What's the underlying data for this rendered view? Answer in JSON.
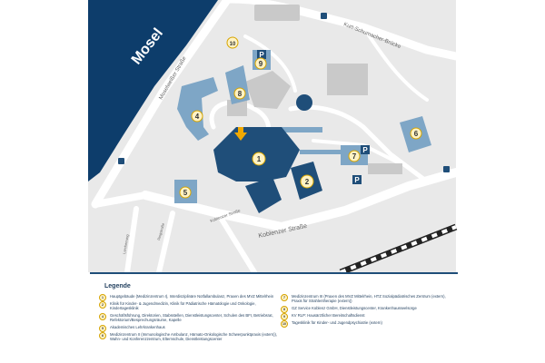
{
  "map": {
    "river_label": "Mosel",
    "streets": {
      "moselweisser": "Moselweißer Straße",
      "kurt_schumacher": "Kurt-Schumacher-Brücke",
      "koblenzer": "Koblenzer Straße",
      "lerchenweg": "Lerchenweg",
      "ringstrasse": "Ringstraße",
      "koblenzer_left": "Koblenzer Straße"
    },
    "buildings": [
      "1",
      "2",
      "4",
      "5",
      "6",
      "7",
      "8",
      "9",
      "10"
    ],
    "parking_label": "P",
    "colors": {
      "river": "#0d3d6b",
      "main_building": "#1f4e79",
      "building": "#7ea6c6",
      "marker_fill": "#fff3c4",
      "marker_stroke": "#d6a400",
      "road": "#ffffff",
      "ground": "#e9e9e9",
      "gray_building": "#c9c9c9",
      "arrow": "#f2a900"
    }
  },
  "legend": {
    "title": "Legende",
    "items": [
      {
        "num": "1",
        "text": "Hauptgebäude (Medizinzentrum I), Interdisziplinäre Notfallambulanz, Praxen des MVZ Mittelrhein"
      },
      {
        "num": "2",
        "text": "Klinik für Kinder- & Jugendmedizin, Klinik für Pädiatrische Hämatologie und Onkologie, Kindertagesklinik"
      },
      {
        "num": "4",
        "text": "Geschäftsführung, Direktorien, Stabsstellen, Dienstleistungscenter, Schulen des BFI, Betriebsrat, Refektorium/Besprechungsräume, Kapelle"
      },
      {
        "num": "5",
        "text": "Akademisches Lehrkrankenhaus"
      },
      {
        "num": "6",
        "text": "Medizinzentrum II (Immunologische Ambulanz, Hämato-Onkologische Schwerpunktpraxis (extern)), Wahn- und Konferenzzentrum, Elternschule, Dienstleistungscenter"
      },
      {
        "num": "7",
        "text": "Medizinzentrum III (Praxen des MVZ Mittelrhein, HTZ Sozialpädiatrisches Zentrum (extern), Praxis für Strahlentherapie (extern))"
      },
      {
        "num": "8",
        "text": "GZ Service Koblenz GmbH, Dienstleistungscenter, Krankenhausseelsorge"
      },
      {
        "num": "9",
        "text": "KV RLP: Hausärztlicher Bereitschaftsdienst"
      },
      {
        "num": "10",
        "text": "Tagesklinik für Kinder- und Jugendpsychiatrie (extern)"
      }
    ]
  }
}
